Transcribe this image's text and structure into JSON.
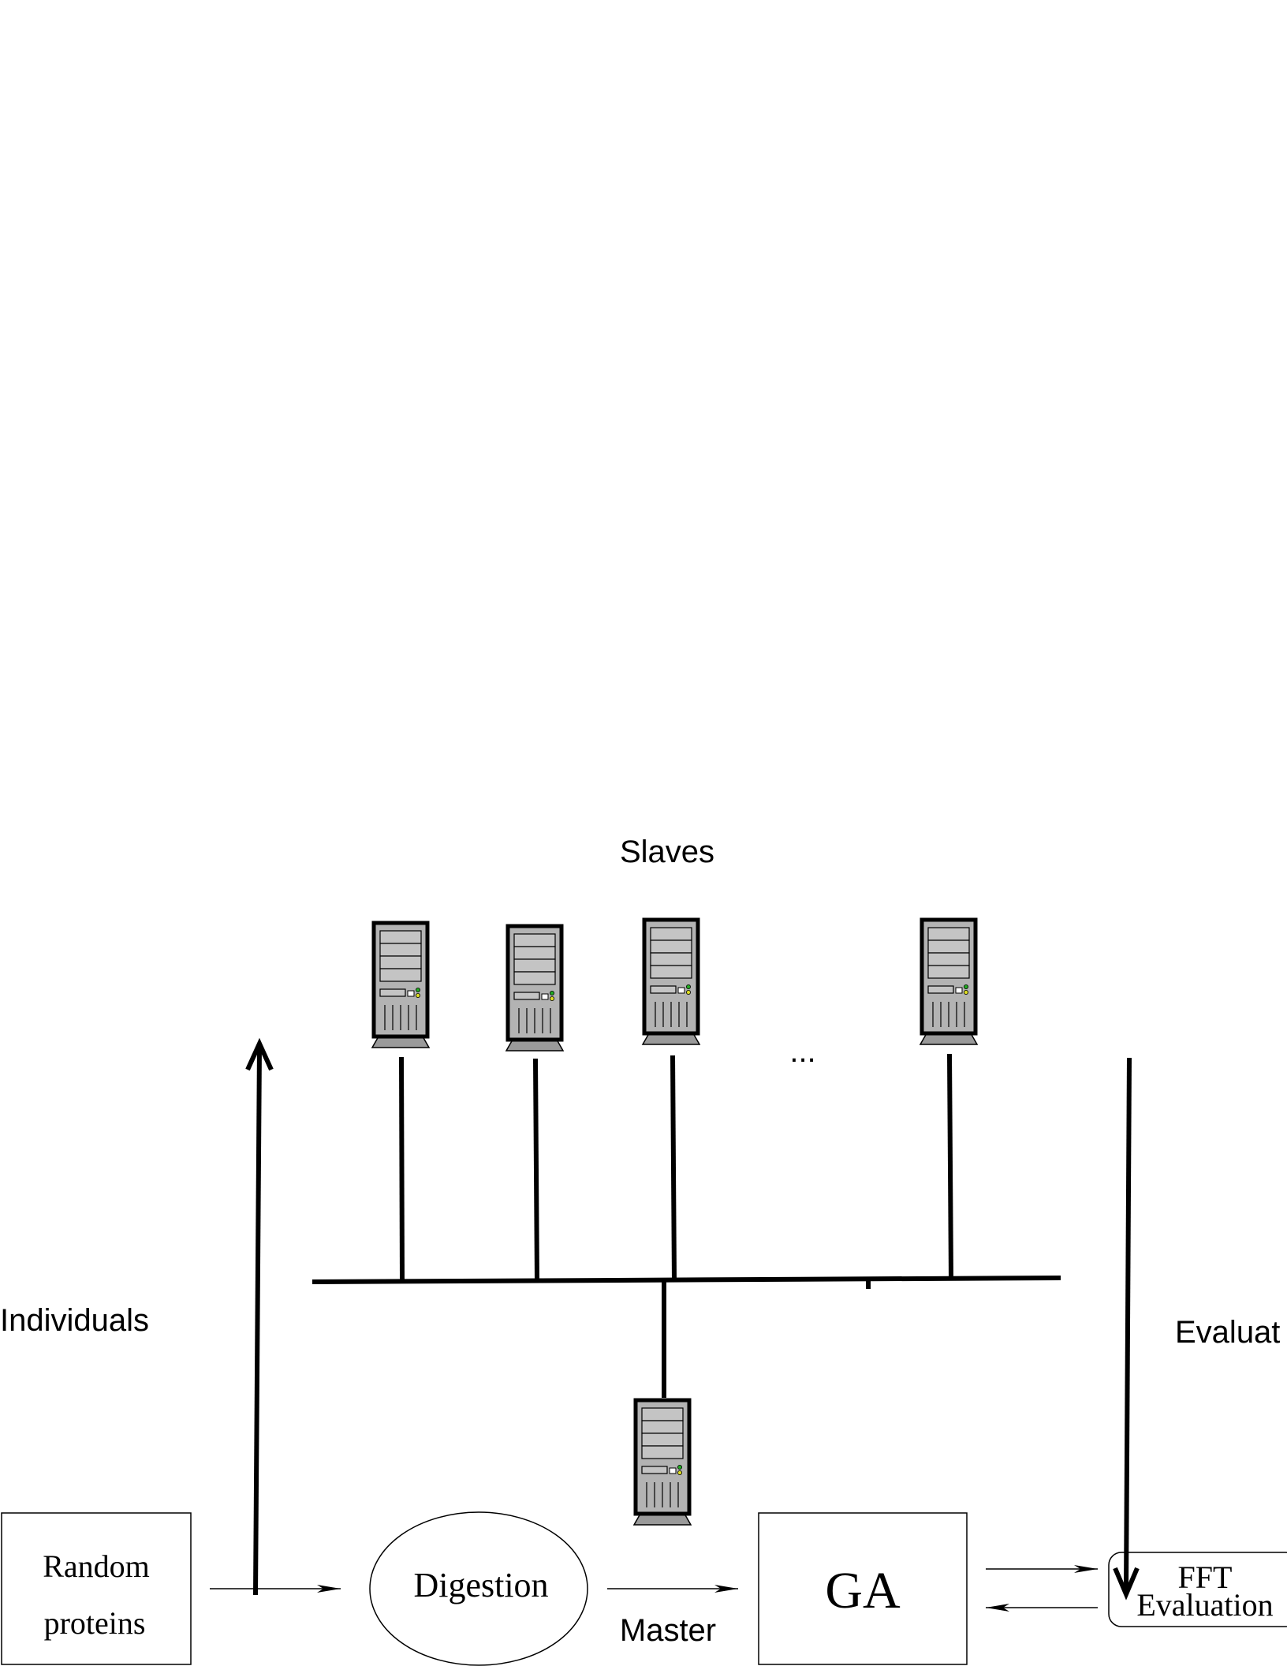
{
  "labels": {
    "slaves": "Slaves",
    "individuals": "Individuals",
    "evaluations": "Evaluat",
    "master": "Master",
    "ellipsis": "..."
  },
  "nodes": {
    "random_line1": "Random",
    "random_line2": "proteins",
    "digestion": "Digestion",
    "ga": "GA",
    "fft_line1": "FFT",
    "fft_line2": "Evaluation"
  },
  "icons": {
    "slave": "server-tower-icon",
    "master": "server-tower-icon"
  },
  "colors": {
    "ink": "#000000",
    "case": "#b3b3b3",
    "base": "#9a9a9a",
    "led_green": "#22aa22",
    "led_yellow": "#dddd22"
  }
}
